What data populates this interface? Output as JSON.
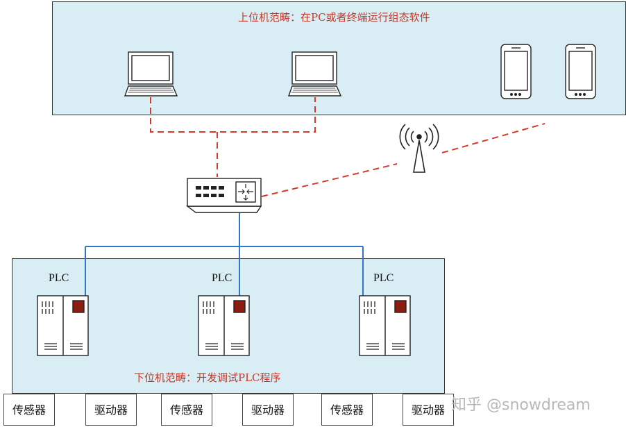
{
  "upper_panel": {
    "caption": "上位机范畴：在PC或者终端运行组态软件"
  },
  "lower_panel": {
    "caption": "下位机范畴：开发调试PLC程序"
  },
  "plcs": [
    {
      "label": "PLC"
    },
    {
      "label": "PLC"
    },
    {
      "label": "PLC"
    }
  ],
  "field_devices": [
    "传感器",
    "驱动器",
    "传感器",
    "驱动器",
    "传感器",
    "驱动器"
  ],
  "watermark": "知乎 @snowdream",
  "colors": {
    "panel_fill": "#d9eef4",
    "wireless_link": "#d33a2c",
    "wired_link": "#2e78c7",
    "caption": "#c0392b"
  }
}
